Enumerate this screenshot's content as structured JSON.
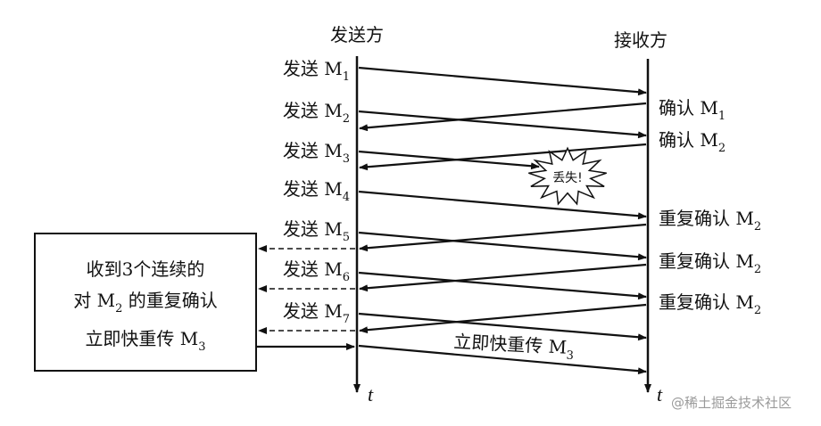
{
  "sender": {
    "title": "发送方",
    "time_label": "t"
  },
  "receiver": {
    "title": "接收方",
    "time_label": "t"
  },
  "send_labels": [
    {
      "prefix": "发送 M",
      "sub": "1"
    },
    {
      "prefix": "发送 M",
      "sub": "2"
    },
    {
      "prefix": "发送 M",
      "sub": "3"
    },
    {
      "prefix": "发送 M",
      "sub": "4"
    },
    {
      "prefix": "发送 M",
      "sub": "5"
    },
    {
      "prefix": "发送 M",
      "sub": "6"
    },
    {
      "prefix": "发送 M",
      "sub": "7"
    }
  ],
  "ack_labels": [
    {
      "prefix": "确认 M",
      "sub": "1"
    },
    {
      "prefix": "确认 M",
      "sub": "2"
    },
    {
      "prefix": "重复确认 M",
      "sub": "2"
    },
    {
      "prefix": "重复确认 M",
      "sub": "2"
    },
    {
      "prefix": "重复确认 M",
      "sub": "2"
    }
  ],
  "lost_label": "丢失!",
  "retransmit_label": {
    "prefix": "立即快重传 M",
    "sub": "3"
  },
  "note_box": {
    "line1": "收到3个连续的",
    "line2_pre": "对 M",
    "line2_sub": "2",
    "line2_post": " 的重复确认",
    "line3_pre": "立即快重传 M",
    "line3_sub": "3"
  },
  "watermark": "@稀土掘金技术社区"
}
